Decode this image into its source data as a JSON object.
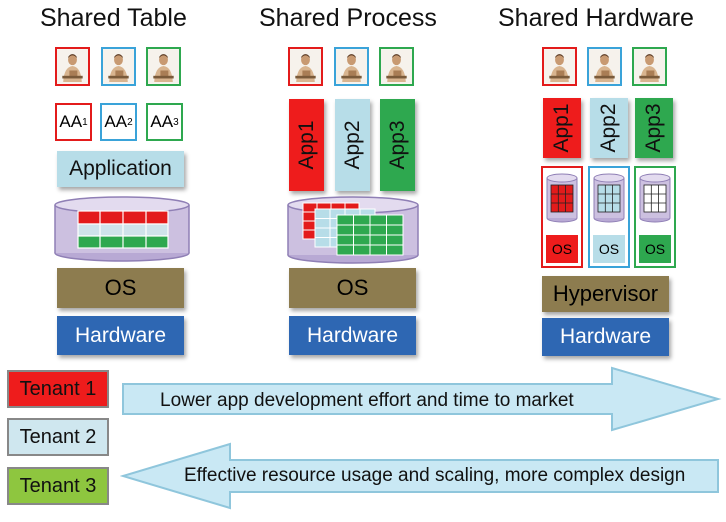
{
  "columns": {
    "shared_table": {
      "title": "Shared Table",
      "app_ids": [
        {
          "base": "AA",
          "sub": "1"
        },
        {
          "base": "AA",
          "sub": "2"
        },
        {
          "base": "AA",
          "sub": "3"
        }
      ],
      "application_label": "Application",
      "os_label": "OS",
      "hardware_label": "Hardware"
    },
    "shared_process": {
      "title": "Shared Process",
      "apps": [
        "App1",
        "App2",
        "App3"
      ],
      "os_label": "OS",
      "hardware_label": "Hardware"
    },
    "shared_hardware": {
      "title": "Shared Hardware",
      "apps": [
        "App1",
        "App2",
        "App3"
      ],
      "vm_os_labels": [
        "OS",
        "OS",
        "OS"
      ],
      "hypervisor_label": "Hypervisor",
      "hardware_label": "Hardware"
    }
  },
  "legend": [
    "Tenant 1",
    "Tenant 2",
    "Tenant 3"
  ],
  "arrows": {
    "right": "Lower app development effort and time to market",
    "left": "Effective resource usage and scaling, more complex design"
  },
  "colors": {
    "tenant1": "#ee1c1c",
    "tenant2": "#b7dde8",
    "tenant3": "#2ea84f",
    "tenant3_legend": "#8ec63f",
    "os": "#8d7c4f",
    "hardware": "#2e67b3",
    "database": "#ccc0e0",
    "arrow_fill": "#c9e8f4",
    "arrow_stroke": "#8fc6dc",
    "application": "#b7dde8"
  },
  "icons": [
    "user-icon",
    "database-icon",
    "arrow-right-icon",
    "arrow-left-icon"
  ]
}
